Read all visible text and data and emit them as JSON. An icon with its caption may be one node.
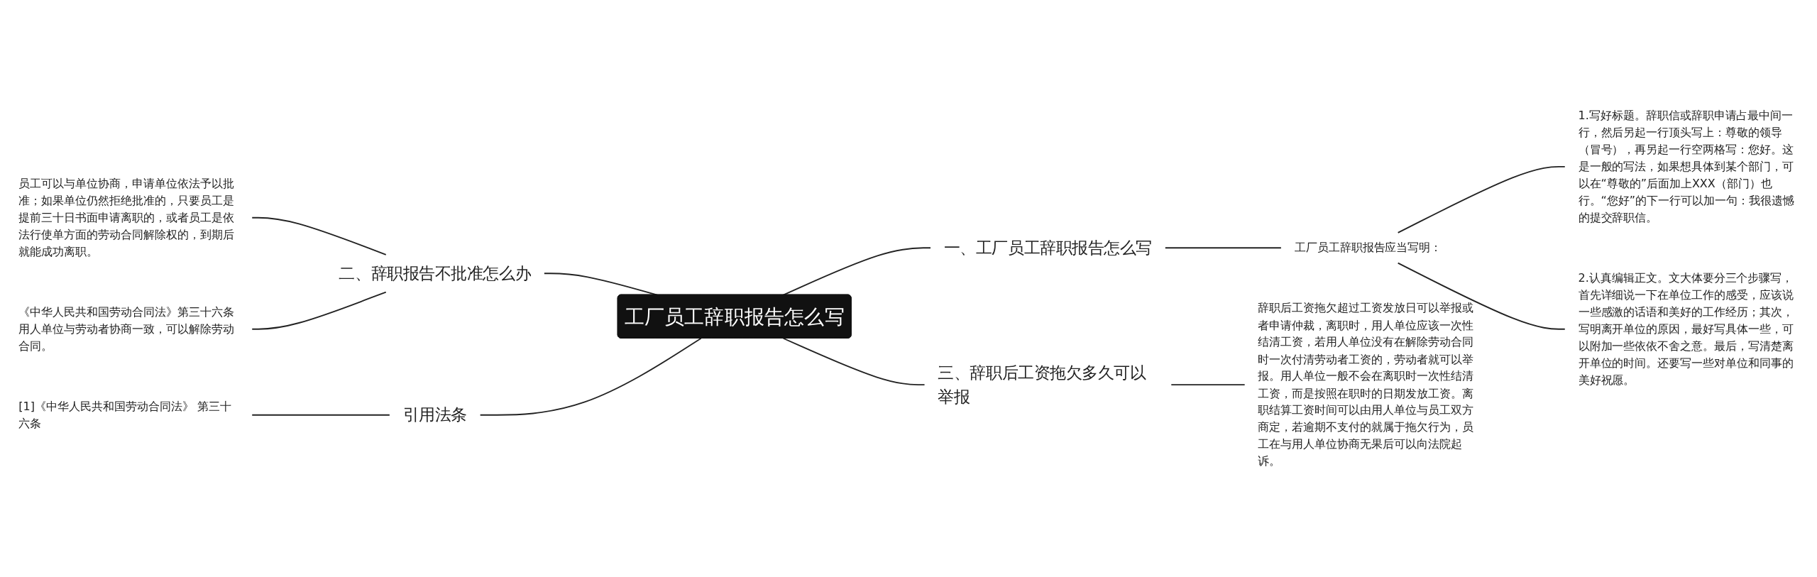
{
  "diagram": {
    "nodes": [
      {
        "text": [
          "工厂员工辞职报告怎么写"
        ]
      },
      {
        "text": [
          "一、工厂员工辞职报告怎么写"
        ]
      },
      {
        "text": [
          "工厂员工辞职报告应当写明："
        ]
      },
      {
        "text": [
          "1.写好标题。辞职信或辞职申请占最中间一行，然后另起一行顶头写上：尊敬的领导（冒号），再另起一行空两格写：您好。这是一般的写法，如果想具体到某个部门，可以在“尊敬的”后面加上XXX（部门）也行。“您好”的下一行可以加一句：我很遗憾的提交辞职信。"
        ]
      },
      {
        "text": [
          "2.认真编辑正文。文大体要分三个步骤写，首先详细说一下在单位工作的感受，应该说一些感激的话语和美好的工作经历；其次，写明离开单位的原因，最好写具体一些，可以附加一些依依不舍之意。最后，写清楚离开单位的时间。还要写一些对单位和同事的美好祝愿。"
        ]
      },
      {
        "text": [
          "二、辞职报告不批准怎么办"
        ]
      },
      {
        "text": [
          "员工可以与单位协商，申请单位依法予以批准；如果单位仍然拒绝批准的，只要员工是提前三十日书面申请离职的，或者员工是依法行使单方面的劳动合同解除权的，到期后就能成功离职。"
        ]
      },
      {
        "text": [
          "《中华人民共和国劳动合同法》第三十六条用人单位与劳动者协商一致，可以解除劳动合同。"
        ]
      },
      {
        "text": [
          "引用法条"
        ]
      },
      {
        "text": [
          "[1]《中华人民共和国劳动合同法》 第三十六条"
        ]
      },
      {
        "text": [
          "三、辞职后工资拖欠多久可以举报"
        ]
      },
      {
        "text": [
          "辞职后工资拖欠超过工资发放日可以举报或者申请仲裁，离职时，用人单位应该一次性结清工资，若用人单位没有在解除劳动合同时一次付清劳动者工资的，劳动者就可以举报。用人单位一般不会在离职时一次性结清工资，而是按照在职时的日期发放工资。离职结算工资时间可以由用人单位与员工双方商定，若逾期不支付的就属于拖欠行为，员工在与用人单位协商无果后可以向法院起诉。"
        ]
      }
    ],
    "edges": [
      {
        "from": 0,
        "to": 1,
        "arrow": "none"
      },
      {
        "from": 1,
        "to": 2,
        "arrow": "none"
      },
      {
        "from": 2,
        "to": 3,
        "arrow": "none"
      },
      {
        "from": 2,
        "to": 4,
        "arrow": "none"
      },
      {
        "from": 0,
        "to": 5,
        "arrow": "none"
      },
      {
        "from": 5,
        "to": 6,
        "arrow": "none"
      },
      {
        "from": 5,
        "to": 7,
        "arrow": "none"
      },
      {
        "from": 0,
        "to": 8,
        "arrow": "none"
      },
      {
        "from": 8,
        "to": 9,
        "arrow": "none"
      },
      {
        "from": 0,
        "to": 10,
        "arrow": "none"
      },
      {
        "from": 10,
        "to": 11,
        "arrow": "none"
      }
    ]
  }
}
